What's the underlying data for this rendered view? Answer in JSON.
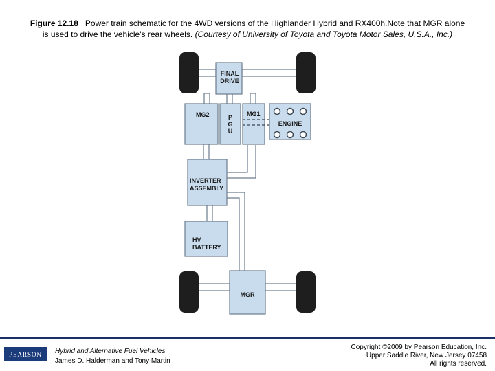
{
  "caption": {
    "figure_label": "Figure 12.18",
    "text_line1": "Power train schematic for the 4WD versions of the Highlander Hybrid and RX400h.Note that MGR alone",
    "text_line2_plain": "is used to drive the vehicle's rear wheels.",
    "text_line2_italic": "(Courtesy of University of Toyota and Toyota Motor Sales, U.S.A., Inc.)"
  },
  "diagram": {
    "final_drive": [
      "FINAL",
      "DRIVE"
    ],
    "mg2": "MG2",
    "pgu": [
      "P",
      "G",
      "U"
    ],
    "mg1": "MG1",
    "engine": "ENGINE",
    "inverter": [
      "INVERTER",
      "ASSEMBLY"
    ],
    "battery": [
      "HV",
      "BATTERY"
    ],
    "mgr": "MGR"
  },
  "footer": {
    "logo": "PEARSON",
    "book_title": "Hybrid and Alternative Fuel Vehicles",
    "authors": "James D. Halderman and Tony Martin",
    "copyright_lines": [
      "Copyright ©2009 by Pearson Education, Inc.",
      "Upper Saddle River, New Jersey 07458",
      "All rights reserved."
    ]
  },
  "colors": {
    "box_fill": "#c8dcee",
    "box_stroke": "#6a7c8e",
    "wheel": "#1e1e1e",
    "brand": "#1b3b7a"
  }
}
